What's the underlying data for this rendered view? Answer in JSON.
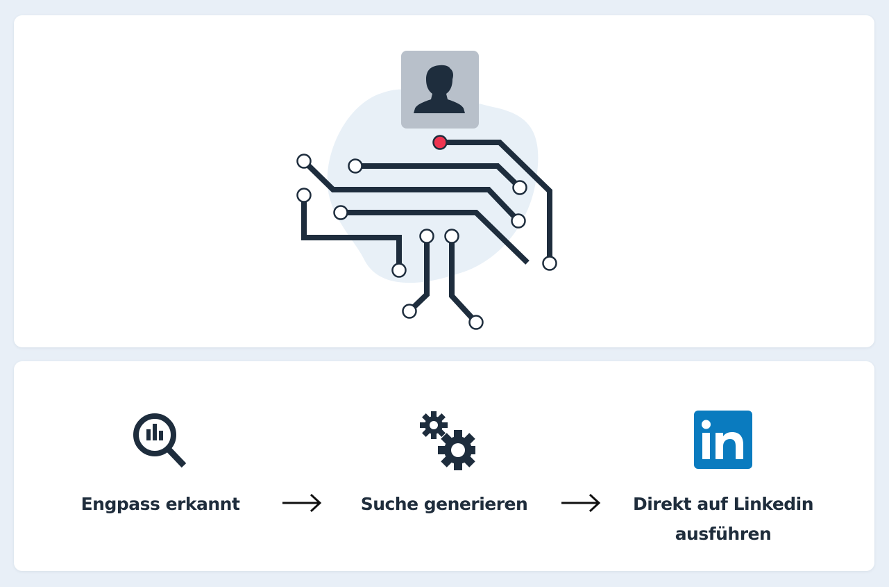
{
  "illustration": {
    "profile_icon": "user-silhouette-icon",
    "circuit_icon": "circuit-lines-icon",
    "accent_color": "#ee3450",
    "line_color": "#1e2d3d",
    "profile_bg_color": "#b8c0ca",
    "blob_color": "#e8f0f7"
  },
  "steps": [
    {
      "icon": "magnifier-chart-icon",
      "label": "Engpass erkannt"
    },
    {
      "icon": "gears-icon",
      "label": "Suche generieren"
    },
    {
      "icon": "linkedin-icon",
      "label": "Direkt auf Linkedin ausführen",
      "brand_color": "#0a7bbf"
    }
  ],
  "arrow_icon": "arrow-right-icon",
  "colors": {
    "page_bg": "#e8eff7",
    "card_bg": "#ffffff",
    "text": "#1f2d3c"
  }
}
